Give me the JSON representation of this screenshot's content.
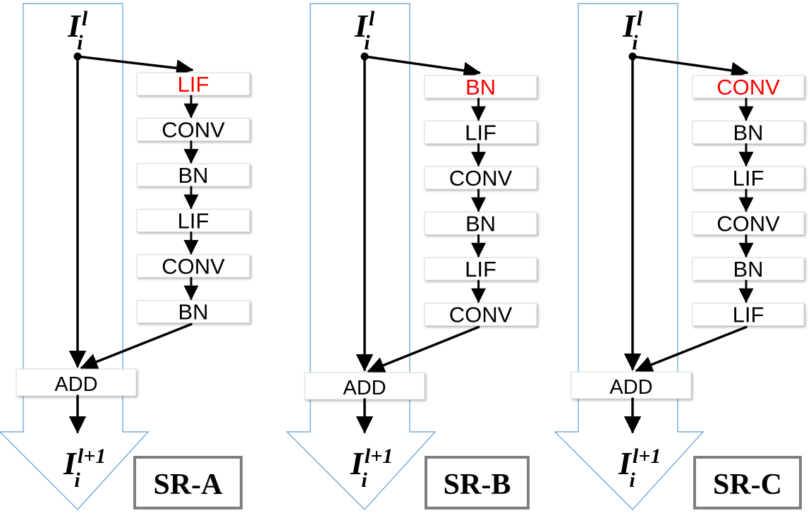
{
  "colors": {
    "arrow_outline": "#5b9bd5",
    "box_border": "#d9d9d9",
    "highlight": "#ff0000",
    "text": "#000000",
    "tag_border": "#7f7f7f"
  },
  "input_symbol": {
    "base": "I",
    "subscript": "i",
    "superscript": "l"
  },
  "output_symbol": {
    "base": "I",
    "subscript": "i",
    "superscript": "l+1"
  },
  "add_label": "ADD",
  "panels": [
    {
      "tag": "SR-A",
      "layers": [
        "LIF",
        "CONV",
        "BN",
        "LIF",
        "CONV",
        "BN"
      ],
      "highlight_index": 0
    },
    {
      "tag": "SR-B",
      "layers": [
        "BN",
        "LIF",
        "CONV",
        "BN",
        "LIF",
        "CONV"
      ],
      "highlight_index": 0
    },
    {
      "tag": "SR-C",
      "layers": [
        "CONV",
        "BN",
        "LIF",
        "CONV",
        "BN",
        "LIF"
      ],
      "highlight_index": 0
    }
  ]
}
